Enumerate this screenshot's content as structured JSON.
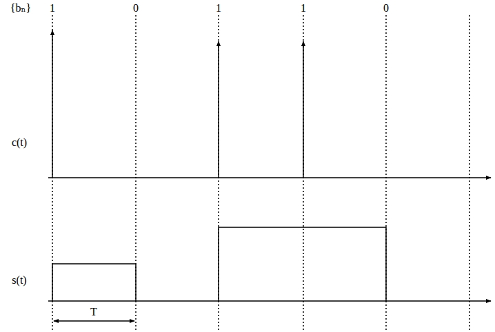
{
  "diagram": {
    "labels": [
      "{bₙ}",
      "1",
      "0",
      "1",
      "1",
      "0",
      "c(t)",
      "s(t)",
      "T"
    ]
  }
}
